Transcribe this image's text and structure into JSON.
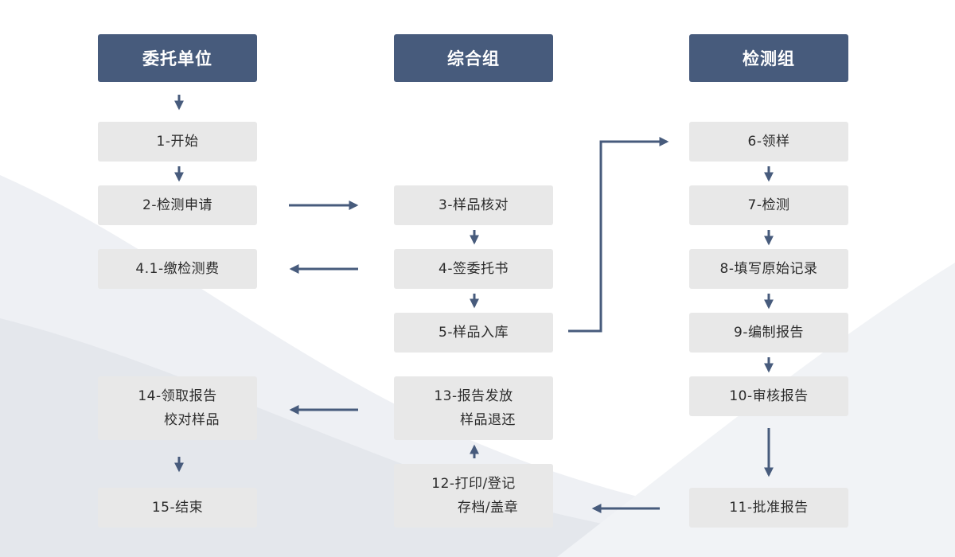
{
  "lanes": {
    "client": "委托单位",
    "general": "综合组",
    "testing": "检测组"
  },
  "steps": {
    "s1": "1-开始",
    "s2": "2-检测申请",
    "s3": "3-样品核对",
    "s4": "4-签委托书",
    "s41": "4.1-缴检测费",
    "s5": "5-样品入库",
    "s6": "6-领样",
    "s7": "7-检测",
    "s8": "8-填写原始记录",
    "s9": "9-编制报告",
    "s10": "10-审核报告",
    "s11": "11-批准报告",
    "s12a": "12-打印/登记",
    "s12b": "存档/盖章",
    "s13a": "13-报告发放",
    "s13b": "样品退还",
    "s14a": "14-领取报告",
    "s14b": "校对样品",
    "s15": "15-结束"
  },
  "colors": {
    "header": "#475b7c",
    "step": "#e8e8e8",
    "arrow": "#475b7c"
  }
}
